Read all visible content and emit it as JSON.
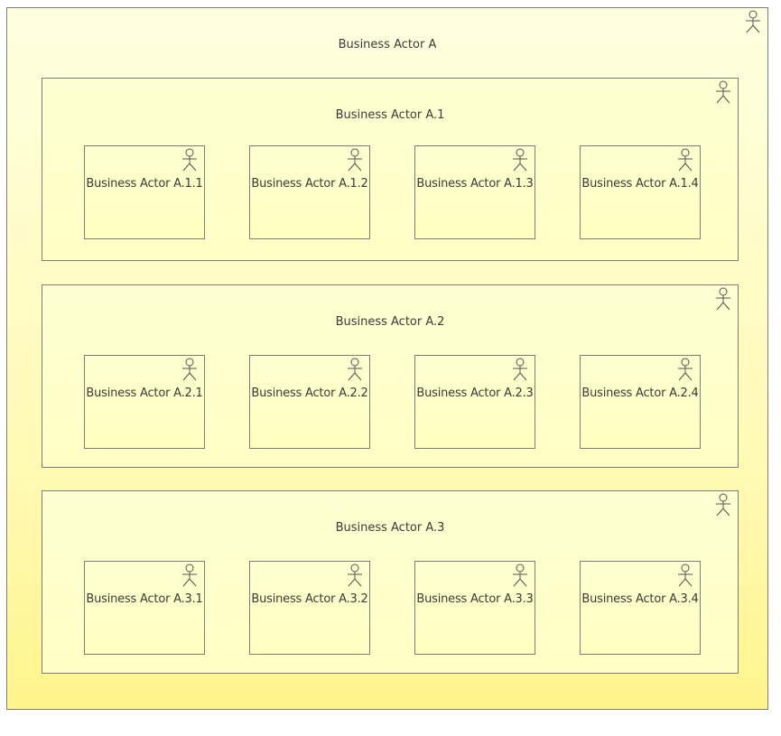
{
  "diagram": {
    "root": {
      "label": "Business Actor A",
      "icon": "business-actor-icon",
      "groups": [
        {
          "label": "Business Actor A.1",
          "icon": "business-actor-icon",
          "children": [
            {
              "label": "Business Actor A.1.1"
            },
            {
              "label": "Business Actor A.1.2"
            },
            {
              "label": "Business Actor A.1.3"
            },
            {
              "label": "Business Actor A.1.4"
            }
          ]
        },
        {
          "label": "Business Actor A.2",
          "icon": "business-actor-icon",
          "children": [
            {
              "label": "Business Actor A.2.1"
            },
            {
              "label": "Business Actor A.2.2"
            },
            {
              "label": "Business Actor A.2.3"
            },
            {
              "label": "Business Actor A.2.4"
            }
          ]
        },
        {
          "label": "Business Actor A.3",
          "icon": "business-actor-icon",
          "children": [
            {
              "label": "Business Actor A.3.1"
            },
            {
              "label": "Business Actor A.3.2"
            },
            {
              "label": "Business Actor A.3.3"
            },
            {
              "label": "Business Actor A.3.4"
            }
          ]
        }
      ]
    },
    "colors": {
      "fill_light": "#ffffe0",
      "fill_dark": "#fff48c",
      "border": "#7c7c7c",
      "text": "#3a3a3a"
    }
  }
}
